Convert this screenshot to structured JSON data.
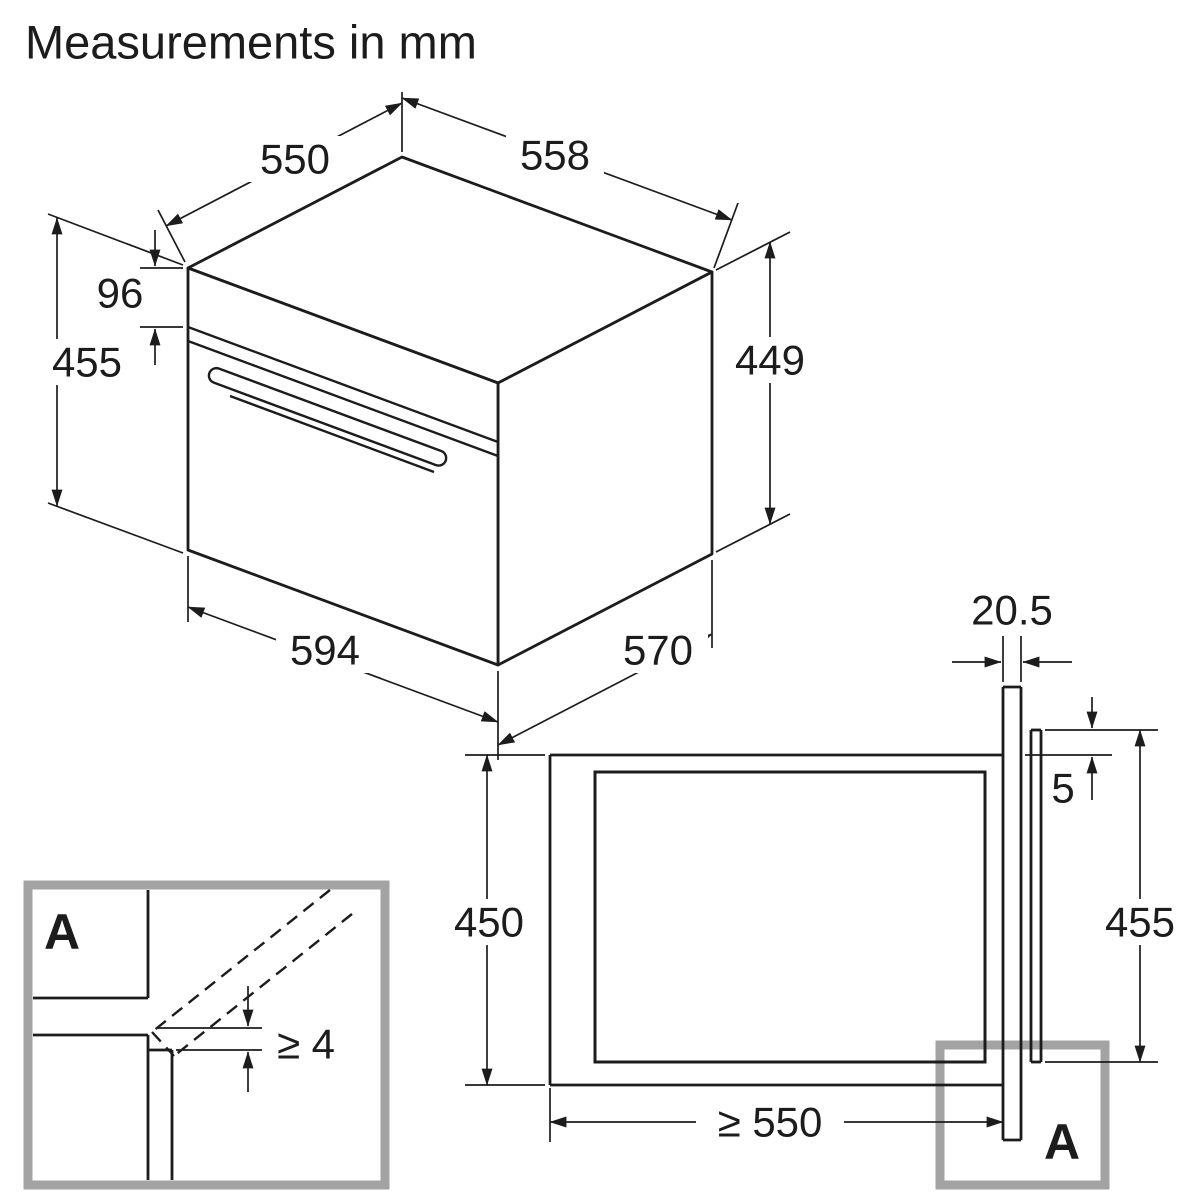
{
  "page": {
    "title": "Measurements in mm"
  },
  "isometric_view": {
    "top_depth": "550",
    "top_width": "558",
    "control_panel_height": "96",
    "total_height_left": "455",
    "body_height_right": "449",
    "front_width": "594",
    "body_depth": "570"
  },
  "installation_view": {
    "front_frame_thickness": "20.5",
    "top_overlap": "5",
    "niche_height": "450",
    "appliance_front_height": "455",
    "niche_depth_min": "≥ 550",
    "detail_marker": "A"
  },
  "detail_a_view": {
    "label": "A",
    "min_clearance": "≥ 4"
  }
}
